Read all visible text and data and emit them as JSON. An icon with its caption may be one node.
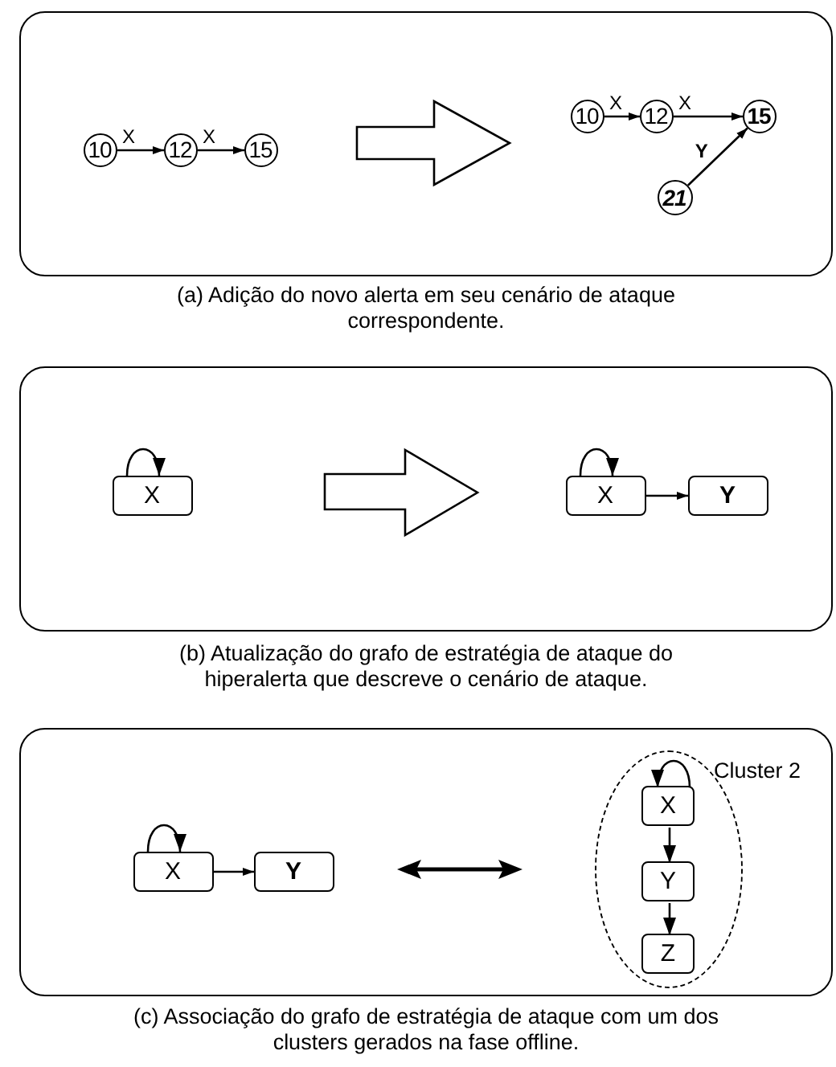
{
  "diagram": {
    "nodes": [
      {
        "text": [],
        "shape": "box",
        "beside": [
          "(a) Adição do novo alerta em seu cenário de ataque correspondente."
        ]
      },
      {
        "text": [
          "10"
        ],
        "in": 0
      },
      {
        "text": [
          "12"
        ],
        "in": 0
      },
      {
        "text": [
          "15"
        ],
        "in": 0
      },
      {
        "text": [
          "10"
        ],
        "in": 0
      },
      {
        "text": [
          "12"
        ],
        "in": 0
      },
      {
        "text": [
          "15"
        ],
        "in": 0
      },
      {
        "text": [
          "21"
        ],
        "in": 0
      },
      {
        "text": [],
        "shape": "box",
        "beside": [
          "(b) Atualização do grafo de estratégia de ataque do hiperalerta que descreve o cenário de ataque."
        ]
      },
      {
        "text": [
          "X"
        ],
        "in": 8
      },
      {
        "text": [
          "X"
        ],
        "in": 8
      },
      {
        "text": [
          "Y"
        ],
        "in": 8
      },
      {
        "text": [],
        "shape": "box",
        "beside": [
          "(c) Associação do grafo de estratégia de ataque com um dos clusters gerados na fase offline."
        ]
      },
      {
        "text": [
          "X"
        ],
        "in": 12
      },
      {
        "text": [
          "Y"
        ],
        "in": 12
      },
      {
        "text": [],
        "shape": "ellipse",
        "in": 12,
        "beside": [
          "Cluster 2"
        ]
      },
      {
        "text": [
          "X"
        ],
        "in": 15
      },
      {
        "text": [
          "Y"
        ],
        "in": 15
      },
      {
        "text": [
          "Z"
        ],
        "in": 15
      }
    ],
    "edges": [
      {
        "from": 1,
        "to": 2,
        "arrow": "to",
        "label": "X"
      },
      {
        "from": 2,
        "to": 3,
        "arrow": "to",
        "label": "X"
      },
      {
        "from": 4,
        "to": 5,
        "arrow": "to",
        "label": "X"
      },
      {
        "from": 5,
        "to": 6,
        "arrow": "to",
        "label": "X"
      },
      {
        "from": 7,
        "to": 6,
        "arrow": "to",
        "label": "Y"
      },
      {
        "from": 9,
        "to": 9,
        "arrow": "to"
      },
      {
        "from": 10,
        "to": 10,
        "arrow": "to"
      },
      {
        "from": 10,
        "to": 11,
        "arrow": "to"
      },
      {
        "from": 13,
        "to": 13,
        "arrow": "to"
      },
      {
        "from": 13,
        "to": 14,
        "arrow": "to"
      },
      {
        "from": 16,
        "to": 16,
        "arrow": "to"
      },
      {
        "from": 16,
        "to": 17,
        "arrow": "to"
      },
      {
        "from": 17,
        "to": 18,
        "arrow": "to"
      }
    ]
  }
}
